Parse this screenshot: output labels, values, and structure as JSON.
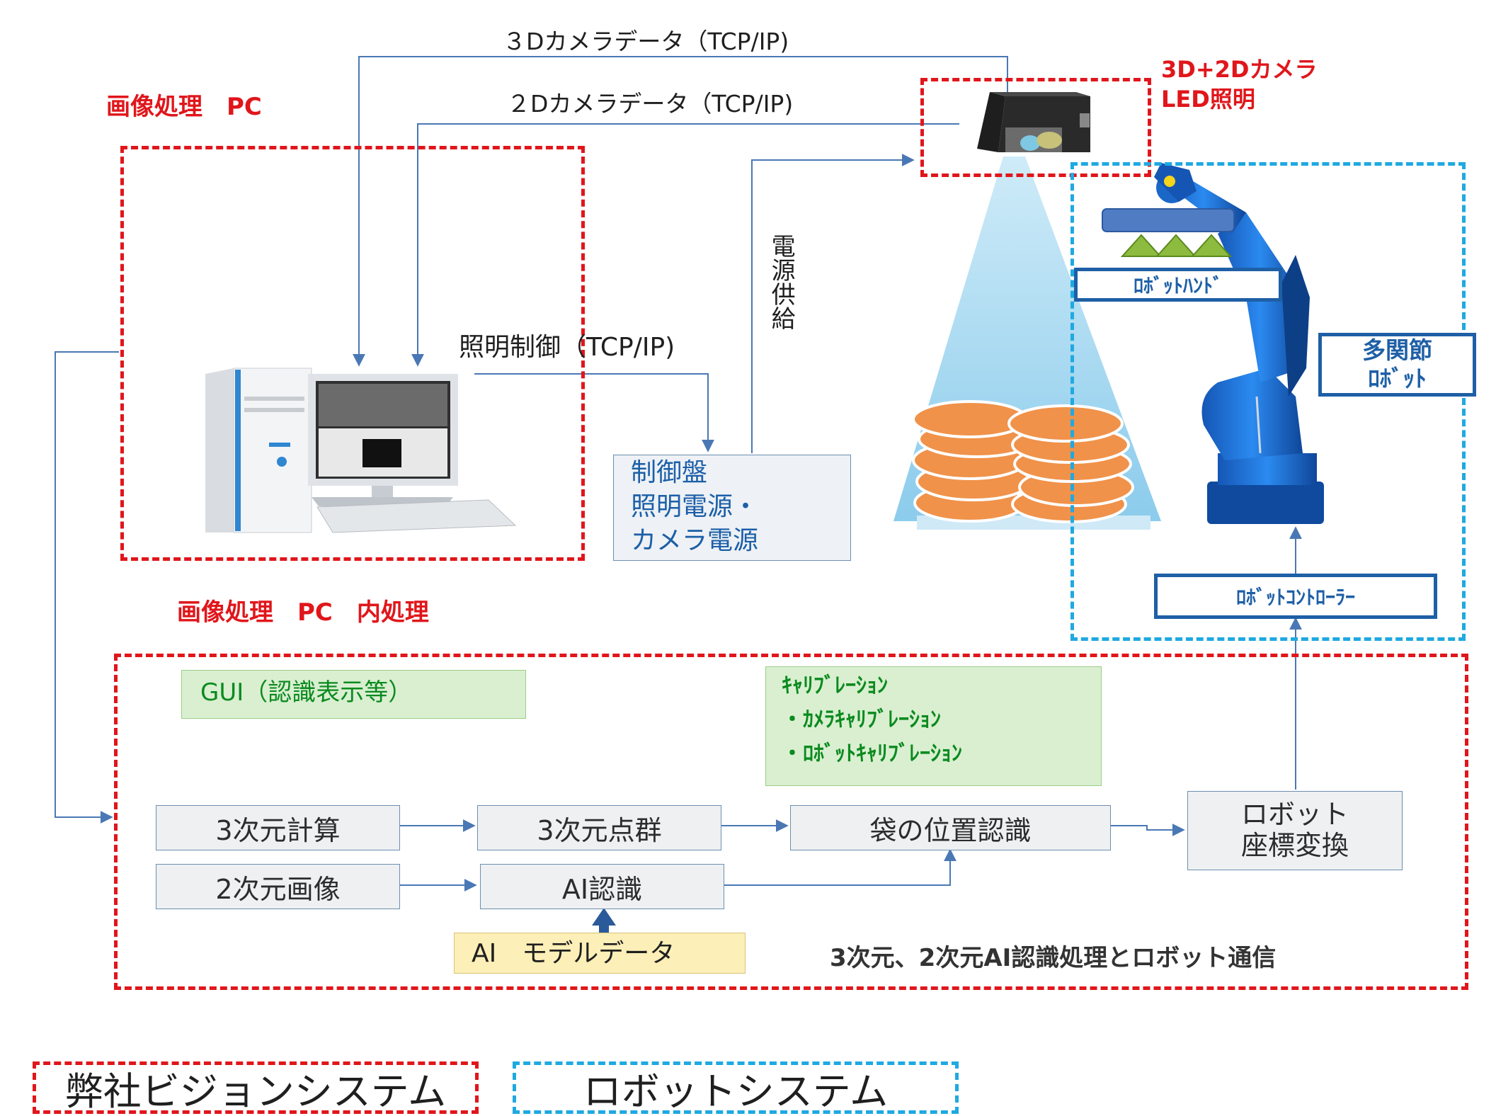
{
  "top_lines": {
    "cam3d": "３Dカメラデータ（TCP/IP)",
    "cam2d": "２Dカメラデータ（TCP/IP)",
    "light_ctrl": "照明制御（TCP/IP)",
    "power": "電源供給"
  },
  "vision_pc": {
    "title": "画像処理　PC"
  },
  "camera": {
    "line1": "3D+2Dカメラ",
    "line2": "LED照明"
  },
  "control_panel": {
    "line1": "制御盤",
    "line2": "照明電源・",
    "line3": "カメラ電源"
  },
  "robot": {
    "hand": "ﾛﾎﾞｯﾄﾊﾝﾄﾞ",
    "arm_line1": "多関節",
    "arm_line2": "ﾛﾎﾞｯﾄ",
    "controller": "ﾛﾎﾞｯﾄｺﾝﾄﾛｰﾗｰ"
  },
  "internal": {
    "title": "画像処理　PC　内処理",
    "gui": "GUI（認識表示等）",
    "calib1": "ｷｬﾘﾌﾞﾚｰｼｮﾝ",
    "calib2": "・ｶﾒﾗｷｬﾘﾌﾞﾚｰｼｮﾝ",
    "calib3": "・ﾛﾎﾞｯﾄｷｬﾘﾌﾞﾚｰｼｮﾝ",
    "calc3d": "3次元計算",
    "points3d": "3次元点群",
    "image2d": "2次元画像",
    "ai": "AI認識",
    "model": "AI　モデルデータ",
    "position": "袋の位置認識",
    "coord1": "ロボット",
    "coord2": "座標変換",
    "caption": "3次元、2次元AI認識処理とロボット通信"
  },
  "legend": {
    "vision": "弊社ビジョンシステム",
    "robot": "ロボットシステム"
  },
  "colors": {
    "vision_dash": "#e0161b",
    "robot_dash": "#1fa9e1",
    "connector": "#4a78b5",
    "robot_body": "#1f6fd0",
    "sack": "#f0924a",
    "light_cone": "#9ed5f0",
    "gui_fill": "#d9efd0",
    "model_fill": "#fcefb7"
  }
}
